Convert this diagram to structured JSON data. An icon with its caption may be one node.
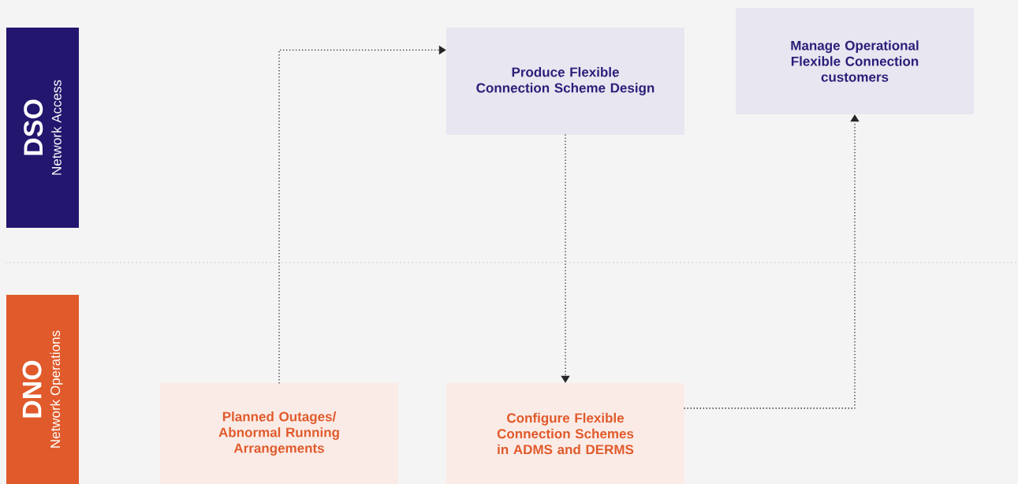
{
  "diagram": {
    "nodes": [
      {
        "text": [
          "DSO",
          "Network Access"
        ]
      },
      {
        "text": [
          "DNO",
          "Network Operations"
        ]
      },
      {
        "text": [
          "Produce Flexible Connection Scheme Design"
        ]
      },
      {
        "text": [
          "Manage Operational Flexible Connection customers"
        ]
      },
      {
        "text": [
          "Planned Outages/ Abnormal Running Arrangements"
        ]
      },
      {
        "text": [
          "Configure Flexible Connection Schemes in ADMS and DERMS"
        ]
      }
    ],
    "edges": [
      {
        "from": 4,
        "to": 2,
        "arrow": "to"
      },
      {
        "from": 2,
        "to": 5,
        "arrow": "to"
      },
      {
        "from": 5,
        "to": 3,
        "arrow": "to"
      }
    ]
  }
}
